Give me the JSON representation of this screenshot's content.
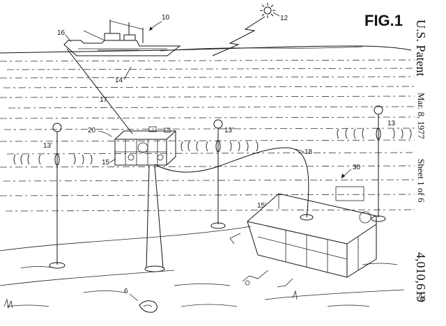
{
  "figure": {
    "title": "FIG.1"
  },
  "patent_margin": {
    "office": "U.S. Patent",
    "date": "Mar. 8, 1977",
    "sheet": "Sheet 1 of 6",
    "number": "4,010,619"
  },
  "reference_numerals": {
    "ship": "10",
    "sun": "12",
    "beacon_right": "13",
    "beacon_left": "13'",
    "beacon_center": "13\"",
    "sea_surface": "14",
    "lower_vehicle_frame": "15",
    "bottom_vehicle_frame": "15'",
    "crane": "16",
    "cable": "17",
    "tether": "18",
    "intermediate_vehicle": "20",
    "bottom_vehicle": "30",
    "nodule": "6"
  },
  "icons": [
    "ship-icon",
    "sun-icon",
    "lightning-icon",
    "beacon-icon",
    "vehicle-icon",
    "nodule-icon"
  ]
}
